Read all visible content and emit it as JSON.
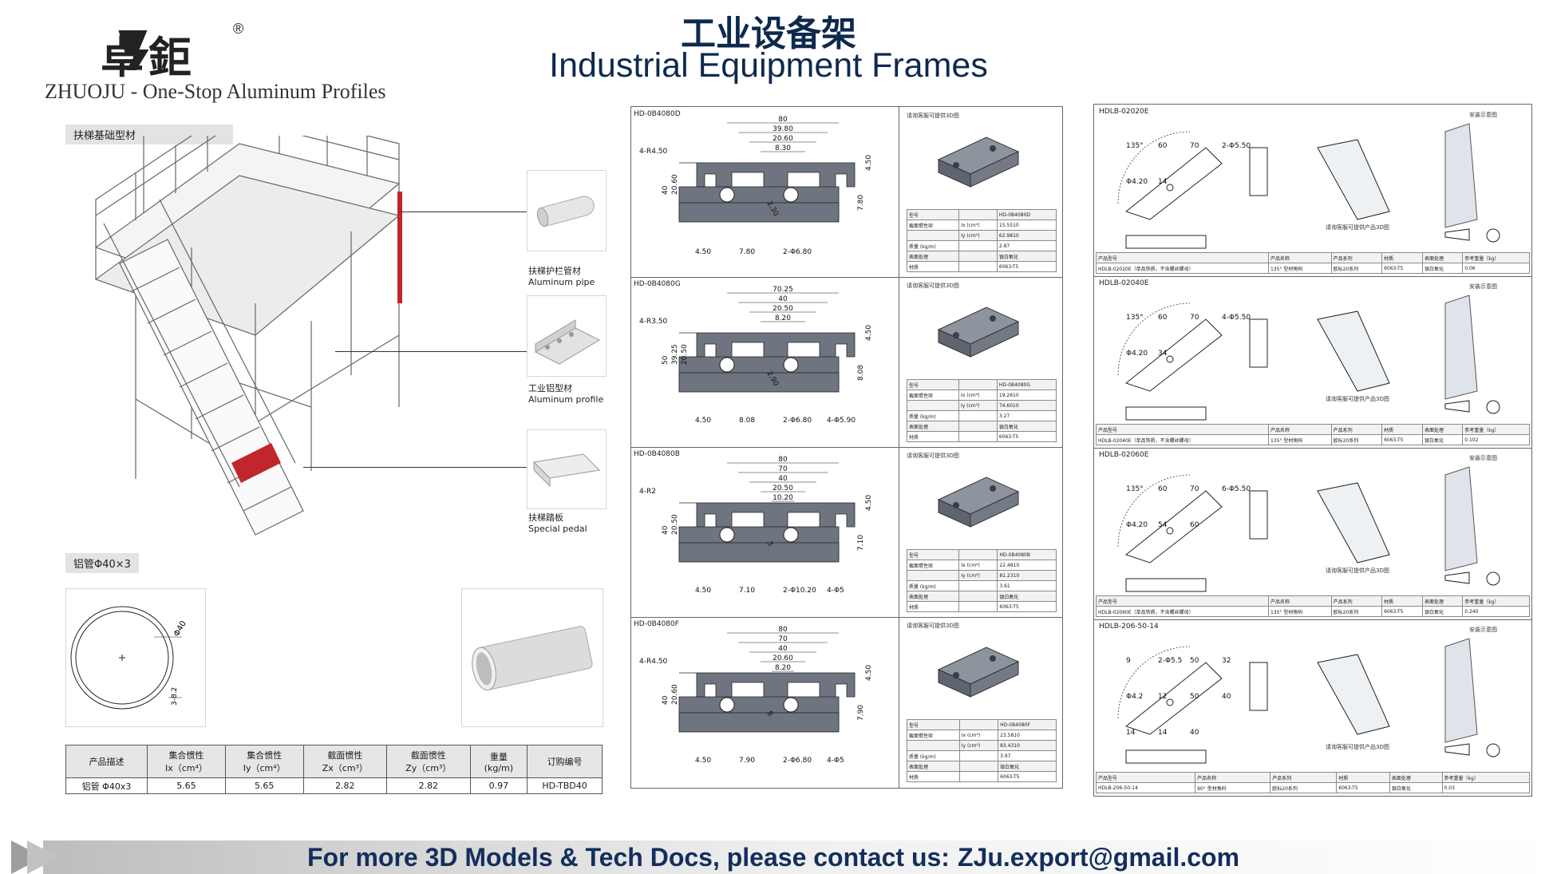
{
  "brand": {
    "logo_text": "卓鉅",
    "registered": "®",
    "company": "ZHUOJU - One-Stop Aluminum Profiles"
  },
  "title": {
    "cn": "工业设备架",
    "en": "Industrial Equipment Frames"
  },
  "left": {
    "section_tag": "扶梯基础型材",
    "components": [
      {
        "cn": "扶梯护栏管材",
        "en": "Aluminum pipe"
      },
      {
        "cn": "工业铝型材",
        "en": "Aluminum profile"
      },
      {
        "cn": "扶梯踏板",
        "en": "Special pedal"
      }
    ],
    "pipe_tag": "铝管Φ40×3",
    "pipe_dims": {
      "diameter": "Φ40",
      "wall": "3-8.2"
    },
    "spec_table": {
      "headers": [
        {
          "cn": "产品描述",
          "en": ""
        },
        {
          "cn": "集合惯性",
          "en": "Ix（cm⁴）"
        },
        {
          "cn": "集合惯性",
          "en": "Iy（cm⁴）"
        },
        {
          "cn": "截面惯性",
          "en": "Zx（cm³）"
        },
        {
          "cn": "截面惯性",
          "en": "Zy（cm³）"
        },
        {
          "cn": "重量",
          "en": "(kg/m)"
        },
        {
          "cn": "订购编号",
          "en": ""
        }
      ],
      "row": [
        "铝管 Φ40x3",
        "5.65",
        "5.65",
        "2.82",
        "2.82",
        "0.97",
        "HD-TBD40"
      ]
    }
  },
  "profiles": [
    {
      "code": "HD-0B4080D",
      "dims": {
        "top": [
          "80",
          "39.80",
          "20.60",
          "8.30"
        ],
        "side": [
          "40",
          "20.60"
        ],
        "right": "4.50",
        "right2": "7.80",
        "bottom": [
          "4.50",
          "7.80",
          "2-Φ6.80"
        ],
        "radius": "4-R4.50",
        "diag": "2.30"
      },
      "note": "请询客服可提供3D图",
      "rows": [
        [
          "型号",
          "",
          "HD-0B4080D"
        ],
        [
          "截面惯性矩",
          "Ix (cm⁴)",
          "15.5510"
        ],
        [
          "",
          "Iy (cm⁴)",
          "62.9810"
        ],
        [
          "质量 (kg/m)",
          "",
          "2.87"
        ],
        [
          "表面处理",
          "",
          "银白氧化"
        ],
        [
          "材质",
          "",
          "6063-T5"
        ]
      ]
    },
    {
      "code": "HD-0B4080G",
      "dims": {
        "top": [
          "70.25",
          "40",
          "20.50",
          "8.20"
        ],
        "side": [
          "50",
          "39.25",
          "20.50"
        ],
        "right": "4.50",
        "right2": "8.08",
        "bottom": [
          "4.50",
          "8.08",
          "2-Φ6.80",
          "4-Φ5.90"
        ],
        "radius": "4-R3.50",
        "diag": "2.90"
      },
      "note": "请询客服可提供3D图",
      "rows": [
        [
          "型号",
          "",
          "HD-0B4080G"
        ],
        [
          "截面惯性矩",
          "Ix (cm⁴)",
          "19.2610"
        ],
        [
          "",
          "Iy (cm⁴)",
          "74.6010"
        ],
        [
          "质量 (kg/m)",
          "",
          "3.27"
        ],
        [
          "表面处理",
          "",
          "银白氧化"
        ],
        [
          "材质",
          "",
          "6063-T5"
        ]
      ]
    },
    {
      "code": "HD-0B4080B",
      "dims": {
        "top": [
          "80",
          "70",
          "40",
          "20.50",
          "10.20"
        ],
        "side": [
          "40",
          "20.50"
        ],
        "right": "4.50",
        "right2": "7.10",
        "bottom": [
          "4.50",
          "7.10",
          "2-Φ10.20",
          "4-Φ5"
        ],
        "radius": "4-R2",
        "diag": "3"
      },
      "note": "请询客服可提供3D图",
      "rows": [
        [
          "型号",
          "",
          "HD-0B4080B"
        ],
        [
          "截面惯性矩",
          "Ix (cm⁴)",
          "22.4810"
        ],
        [
          "",
          "Iy (cm⁴)",
          "81.2310"
        ],
        [
          "质量 (kg/m)",
          "",
          "3.61"
        ],
        [
          "表面处理",
          "",
          "银白氧化"
        ],
        [
          "材质",
          "",
          "6063-T5"
        ]
      ]
    },
    {
      "code": "HD-0B4080F",
      "dims": {
        "top": [
          "80",
          "70",
          "40",
          "20.60",
          "8.20"
        ],
        "side": [
          "40",
          "20.60"
        ],
        "right": "4.50",
        "right2": "7.90",
        "bottom": [
          "4.50",
          "7.90",
          "2-Φ6.80",
          "4-Φ5"
        ],
        "radius": "4-R4.50",
        "diag": "8"
      },
      "note": "请询客服可提供3D图",
      "rows": [
        [
          "型号",
          "",
          "HD-0B4080F"
        ],
        [
          "截面惯性矩",
          "Ix (cm⁴)",
          "23.5810"
        ],
        [
          "",
          "Iy (cm⁴)",
          "83.4310"
        ],
        [
          "质量 (kg/m)",
          "",
          "3.97"
        ],
        [
          "表面处理",
          "",
          "银白氧化"
        ],
        [
          "材质",
          "",
          "6063-T5"
        ]
      ]
    }
  ],
  "brackets": [
    {
      "code": "HDLB-02020E",
      "install": "安装示意图",
      "note": "请询客服可提供产品3D图",
      "dims": [
        "135°",
        "60",
        "70",
        "2-Φ5.50",
        "Φ4.20",
        "14"
      ],
      "headers": [
        "产品型号",
        "产品名称",
        "产品系列",
        "材质",
        "表面处理",
        "参考重量（kg）"
      ],
      "row": [
        "HDLB-02020E（单品铁质，不含螺丝螺母）",
        "135° 型材角码",
        "欧标20系列",
        "6063-T5",
        "银白氧化",
        "0.06"
      ]
    },
    {
      "code": "HDLB-02040E",
      "install": "安装示意图",
      "note": "请询客服可提供产品3D图",
      "dims": [
        "135°",
        "60",
        "70",
        "4-Φ5.50",
        "Φ4.20",
        "34"
      ],
      "headers": [
        "产品型号",
        "产品名称",
        "产品系列",
        "材质",
        "表面处理",
        "参考重量（kg）"
      ],
      "row": [
        "HDLB-02040E（单品铁质，不含螺丝螺母）",
        "135° 型材角码",
        "欧标20系列",
        "6063-T5",
        "银白氧化",
        "0.102"
      ]
    },
    {
      "code": "HDLB-02060E",
      "install": "安装示意图",
      "note": "请询客服可提供产品3D图",
      "dims": [
        "135°",
        "60",
        "70",
        "6-Φ5.50",
        "Φ4.20",
        "54",
        "60"
      ],
      "headers": [
        "产品型号",
        "产品名称",
        "产品系列",
        "材质",
        "表面处理",
        "参考重量（kg）"
      ],
      "row": [
        "HDLB-02060E（单品铁质，不含螺丝螺母）",
        "135° 型材角码",
        "欧标20系列",
        "6063-T5",
        "银白氧化",
        "0.240"
      ]
    },
    {
      "code": "HDLB-206-50-14",
      "install": "安装示意图",
      "note": "请询客服可提供产品3D图",
      "dims": [
        "9",
        "2-Φ5.5",
        "50",
        "32",
        "Φ4.2",
        "12",
        "50",
        "40",
        "14",
        "14",
        "40"
      ],
      "headers": [
        "产品型号",
        "产品名称",
        "产品系列",
        "材质",
        "表面处理",
        "参考重量（kg）"
      ],
      "row": [
        "HDLB-206-50-14",
        "90° 型材角码",
        "欧标20系列",
        "6063-T5",
        "银白氧化",
        "0.03"
      ]
    }
  ],
  "footer": {
    "text": "For more 3D Models & Tech Docs, please contact us:",
    "email": "ZJu.export@gmail.com"
  },
  "colors": {
    "title": "#0d2a4d",
    "footer_text": "#142e5c",
    "accent_red": "#c0262b"
  }
}
